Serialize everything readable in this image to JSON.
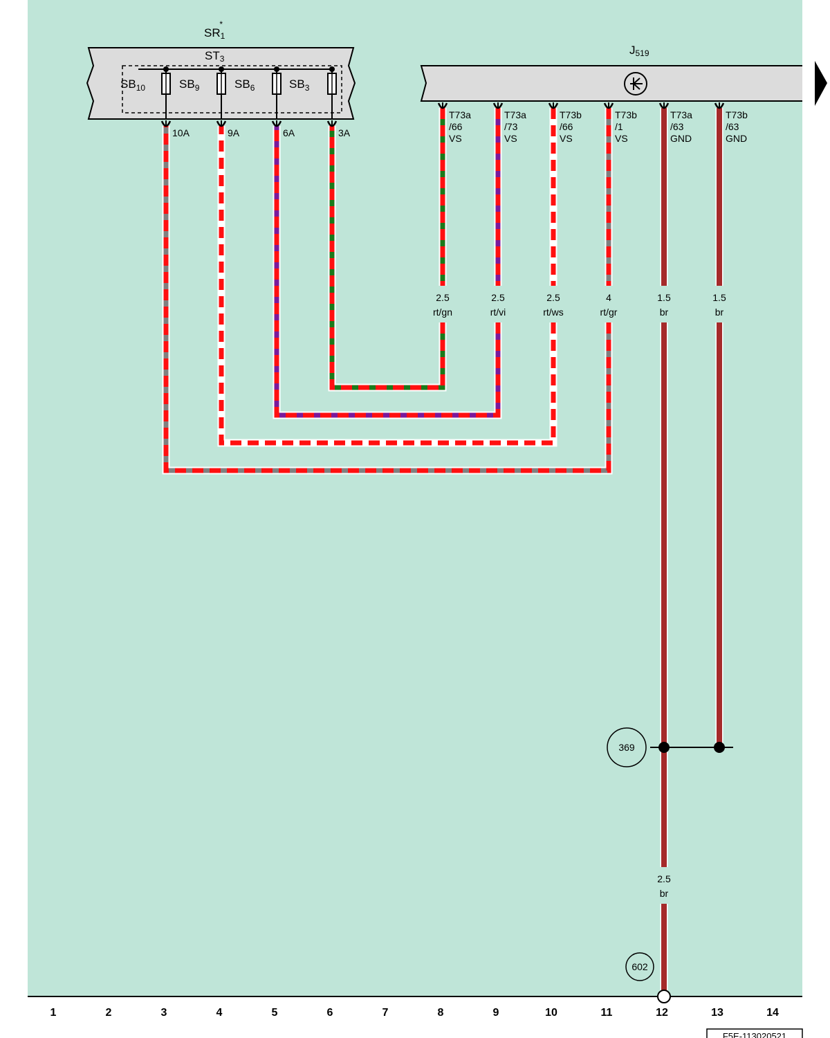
{
  "background_color": "#bfe5d8",
  "components": {
    "sr1": {
      "name": "SR",
      "sub": "1",
      "star": "*"
    },
    "st3": {
      "name": "ST",
      "sub": "3"
    },
    "fuses": [
      {
        "name": "SB",
        "sub": "10",
        "pin": "10A"
      },
      {
        "name": "SB",
        "sub": "9",
        "pin": "9A"
      },
      {
        "name": "SB",
        "sub": "6",
        "pin": "6A"
      },
      {
        "name": "SB",
        "sub": "3",
        "pin": "3A"
      }
    ],
    "j519": {
      "name": "J",
      "sub": "519"
    }
  },
  "j519_pins": [
    {
      "conn": "T73a",
      "pin": "/66",
      "sig": "VS",
      "size": "2.5",
      "color": "rt/gn",
      "stripe": "#1a7a1a"
    },
    {
      "conn": "T73a",
      "pin": "/73",
      "sig": "VS",
      "size": "2.5",
      "color": "rt/vi",
      "stripe": "#7a1a9a"
    },
    {
      "conn": "T73b",
      "pin": "/66",
      "sig": "VS",
      "size": "2.5",
      "color": "rt/ws",
      "stripe": "#ffffff"
    },
    {
      "conn": "T73b",
      "pin": "/1",
      "sig": "VS",
      "size": "4",
      "color": "rt/gr",
      "stripe": "#808080"
    },
    {
      "conn": "T73a",
      "pin": "/63",
      "sig": "GND",
      "size": "1.5",
      "color": "br",
      "stripe": "#a52a2a"
    },
    {
      "conn": "T73b",
      "pin": "/63",
      "sig": "GND",
      "size": "1.5",
      "color": "br",
      "stripe": "#a52a2a"
    }
  ],
  "ground_wire": {
    "size": "2.5",
    "color": "br"
  },
  "junctions": {
    "connection": "369",
    "ground": "602"
  },
  "columns": [
    "1",
    "2",
    "3",
    "4",
    "5",
    "6",
    "7",
    "8",
    "9",
    "10",
    "11",
    "12",
    "13",
    "14"
  ],
  "footer_code": "F5E-113020521",
  "colors": {
    "red": "#ff1010",
    "brown": "#a52a2a",
    "box_fill": "#dcdcdc"
  }
}
